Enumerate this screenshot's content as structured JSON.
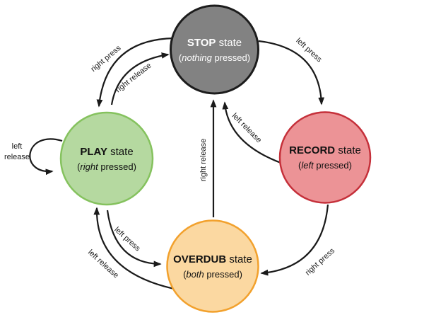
{
  "diagram": {
    "background": "#ffffff",
    "arrow_color": "#1a1a1a",
    "states": {
      "stop": {
        "name": "STOP",
        "name_suffix": " state",
        "sub_open": "(",
        "sub_word": "nothing",
        "sub_rest": " pressed)",
        "fill": "#828282",
        "stroke": "#1c1c1c",
        "text_color": "#ffffff"
      },
      "play": {
        "name": "PLAY",
        "name_suffix": " state",
        "sub_open": "(",
        "sub_word": "right",
        "sub_rest": " pressed)",
        "fill": "#b5d9a0",
        "stroke": "#85c25e",
        "text_color": "#111111"
      },
      "record": {
        "name": "RECORD",
        "name_suffix": " state",
        "sub_open": "(",
        "sub_word": "left",
        "sub_rest": " pressed)",
        "fill": "#ec9396",
        "stroke": "#c5303a",
        "text_color": "#111111"
      },
      "overdub": {
        "name": "OVERDUB",
        "name_suffix": " state",
        "sub_open": "(",
        "sub_word": "both",
        "sub_rest": " pressed)",
        "fill": "#fbd8a1",
        "stroke": "#f2a12d",
        "text_color": "#111111"
      }
    },
    "transitions": {
      "stop_to_play": "right press",
      "play_to_stop": "right release",
      "stop_to_record": "left press",
      "record_to_stop": "left release",
      "overdub_to_stop": "right release",
      "play_to_overdub": "left press",
      "overdub_to_play": "left release",
      "record_to_overdub": "right press",
      "play_self_line1": "left",
      "play_self_line2": "release"
    }
  }
}
